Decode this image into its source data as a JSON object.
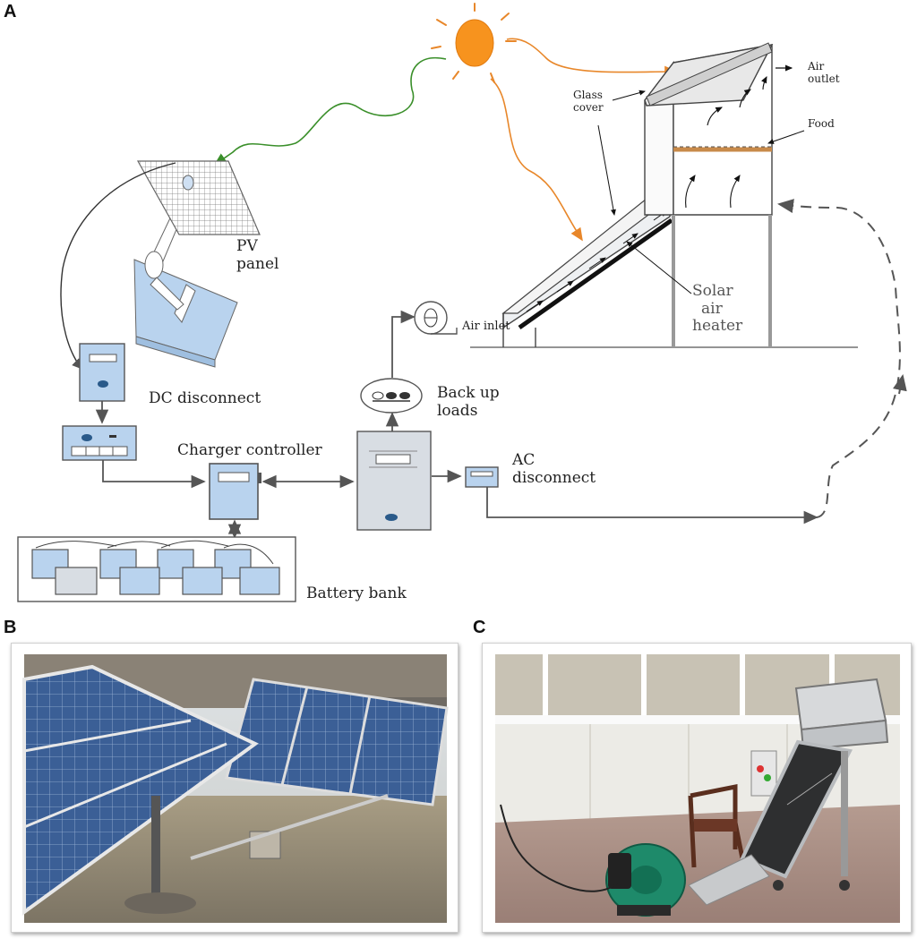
{
  "panels": {
    "a": "A",
    "b": "B",
    "c": "C"
  },
  "labels": {
    "pv_panel_line1": "PV",
    "pv_panel_line2": "panel",
    "dc_disconnect": "DC disconnect",
    "charger_controller": "Charger controller",
    "battery_bank": "Battery bank",
    "back_up_loads_line1": "Back up",
    "back_up_loads_line2": "loads",
    "ac_disconnect_line1": "AC",
    "ac_disconnect_line2": "disconnect",
    "air_inlet": "Air inlet",
    "solar_air_heater_line1": "Solar",
    "solar_air_heater_line2": "air",
    "solar_air_heater_line3": "heater",
    "glass_cover_line1": "Glass",
    "glass_cover_line2": "cover",
    "air_outlet_line1": "Air",
    "air_outlet_line2": "outlet",
    "food": "Food"
  },
  "colors": {
    "sun": "#f7931e",
    "sun_ray": "#e8872a",
    "green_ray": "#3a8f2a",
    "component_blue": "#b9d3ee",
    "line_gray": "#555555",
    "food_tray": "#d4925a"
  }
}
